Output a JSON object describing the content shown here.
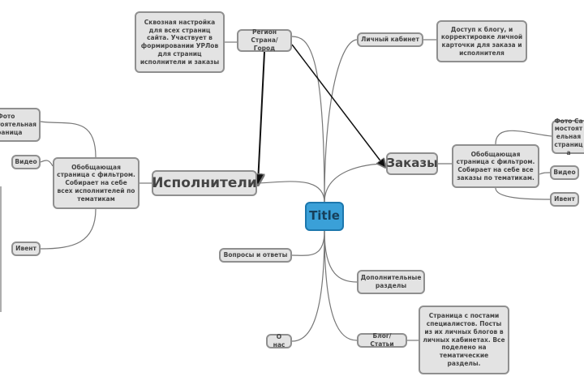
{
  "title": "Title",
  "region": {
    "label": "Регион Страна/Город",
    "note": "Сквозная настройка для всех страниц сайта. Участвует в формировании УРЛов для страниц исполнители и заказы"
  },
  "cabinet": {
    "label": "Личный кабинет",
    "note": "Доступ к блогу, и корректировке личной карточки для заказа и исполнителя"
  },
  "performers": {
    "label": "Исполнители",
    "note": "Обобщающая страница с фильтром. Собирает на себе всех исполнителей по тематикам",
    "children": [
      "Фото Самостоятельная страница",
      "Видео",
      "Ивент"
    ]
  },
  "orders": {
    "label": "Заказы",
    "note": "Обобщающая страница с фильтром. Собирает на себе все заказы по тематикам.",
    "children": [
      "Фото Самостоятельная страница",
      "Видео",
      "Ивент"
    ]
  },
  "faq": "Вопросы и ответы",
  "extra": "Дополнительные разделы",
  "about": "О нас",
  "blog": {
    "label": "Блог/Статьи",
    "note": "Страница с постами специалистов. Посты из их личных блогов в личных кабинетах. Все поделено на тематические разделы."
  }
}
